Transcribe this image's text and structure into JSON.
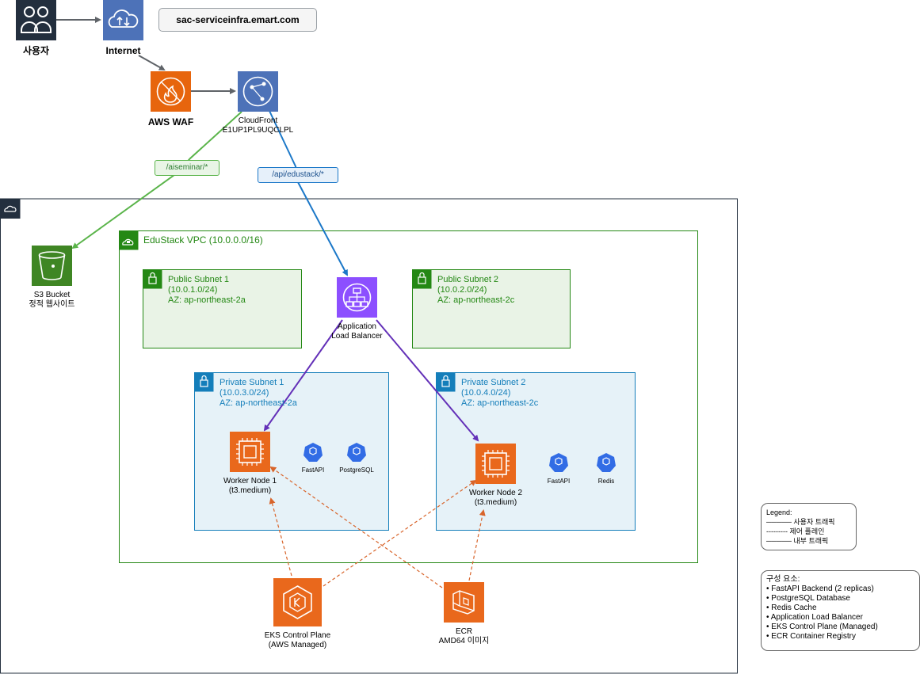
{
  "header": {
    "domain_text": "sac-serviceinfra.emart.com"
  },
  "nodes": {
    "user": "사용자",
    "internet": "Internet",
    "waf": "AWS WAF",
    "cloudfront_name": "CloudFront",
    "cloudfront_id": "E1UP1PL9UQCLPL",
    "s3_line1": "S3 Bucket",
    "s3_line2": "정적 웹사이트",
    "alb_line1": "Application",
    "alb_line2": "Load Balancer",
    "worker1_line1": "Worker Node 1",
    "worker1_line2": "(t3.medium)",
    "worker2_line1": "Worker Node 2",
    "worker2_line2": "(t3.medium)",
    "eks_line1": "EKS Control Plane",
    "eks_line2": "(AWS Managed)",
    "ecr_line1": "ECR",
    "ecr_line2": "AMD64 이미지"
  },
  "pods": {
    "w1_fastapi": "FastAPI",
    "w1_postgres": "PostgreSQL",
    "w2_fastapi": "FastAPI",
    "w2_redis": "Redis"
  },
  "routes": {
    "s3_path": "/aiseminar/*",
    "api_path": "/api/edustack/*"
  },
  "groups": {
    "vpc": "EduStack VPC (10.0.0.0/16)",
    "public1": [
      "Public Subnet 1",
      "(10.0.1.0/24)",
      "AZ: ap-northeast-2a"
    ],
    "public2": [
      "Public Subnet 2",
      "(10.0.2.0/24)",
      "AZ: ap-northeast-2c"
    ],
    "private1": [
      "Private Subnet 1",
      "(10.0.3.0/24)",
      "AZ: ap-northeast-2a"
    ],
    "private2": [
      "Private Subnet 2",
      "(10.0.4.0/24)",
      "AZ: ap-northeast-2c"
    ]
  },
  "legend": {
    "title": "Legend:",
    "items": [
      "───── 사용자 트래픽",
      "--------- 제어 플레인",
      "───── 내부 트래픽"
    ]
  },
  "components": {
    "title": "구성 요소:",
    "items": [
      "• FastAPI Backend (2 replicas)",
      "• PostgreSQL Database",
      "• Redis Cache",
      "• Application Load Balancer",
      "• EKS Control Plane (Managed)",
      "• ECR Container Registry"
    ]
  },
  "colors": {
    "aws_dark": "#232F3E",
    "networking": "#4D72B8",
    "security_orange": "#E7650D",
    "compute_orange": "#E9681C",
    "storage_green": "#3F8624",
    "alb_purple": "#8C4FFF",
    "vpc_green": "#248814",
    "private_blue": "#147EBA",
    "route_green": "#5AB44A",
    "route_blue": "#1C78C8",
    "link_purple": "#6330B8",
    "control_dashed": "#D8642A"
  }
}
